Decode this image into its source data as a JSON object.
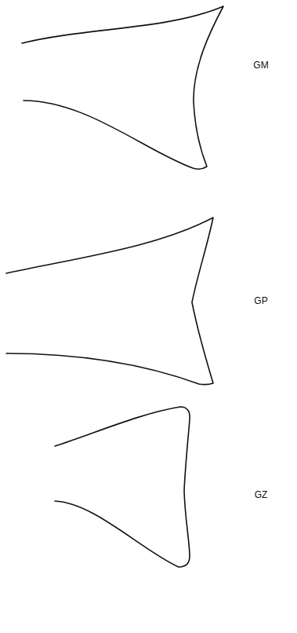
{
  "diagram": {
    "labels": [
      "GM",
      "GP",
      "GZ"
    ]
  }
}
